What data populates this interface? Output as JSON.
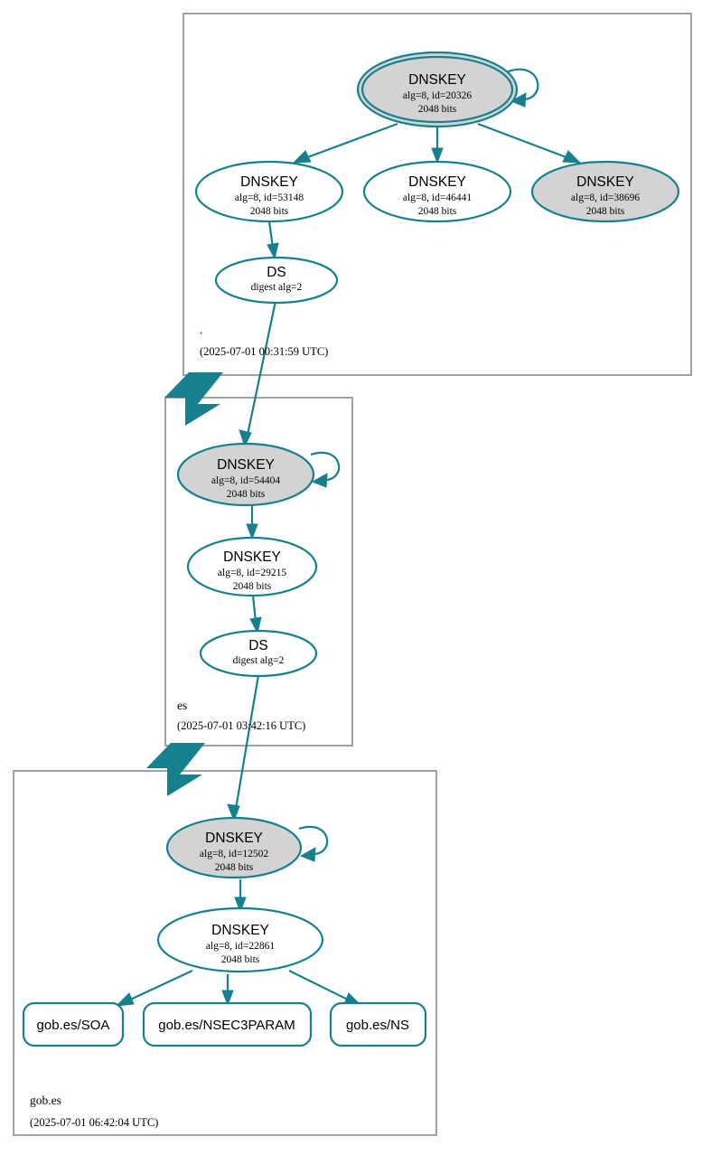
{
  "diagram": {
    "kind": "dnssec-authentication-chain",
    "colors": {
      "edge": "#17808f",
      "node_stroke": "#17808f",
      "zone_box_stroke": "#a0a0a0",
      "secure_fill": "#d3d3d3",
      "plain_fill": "#ffffff",
      "background": "#ffffff",
      "text": "#000000"
    }
  },
  "zones": [
    {
      "id": "root",
      "name": ".",
      "timestamp": "(2025-07-01 00:31:59 UTC)",
      "nodes": [
        {
          "id": "root-ksk-20326",
          "kind": "DNSKEY",
          "type_label": "DNSKEY",
          "detail_alg": "alg=8, id=20326",
          "detail_bits": "2048 bits",
          "fill": "gray",
          "trust_anchor": true,
          "self_signed": true
        },
        {
          "id": "root-zsk-53148",
          "kind": "DNSKEY",
          "type_label": "DNSKEY",
          "detail_alg": "alg=8, id=53148",
          "detail_bits": "2048 bits",
          "fill": "white",
          "trust_anchor": false,
          "self_signed": false
        },
        {
          "id": "root-zsk-46441",
          "kind": "DNSKEY",
          "type_label": "DNSKEY",
          "detail_alg": "alg=8, id=46441",
          "detail_bits": "2048 bits",
          "fill": "white",
          "trust_anchor": false,
          "self_signed": false
        },
        {
          "id": "root-zsk-38696",
          "kind": "DNSKEY",
          "type_label": "DNSKEY",
          "detail_alg": "alg=8, id=38696",
          "detail_bits": "2048 bits",
          "fill": "gray",
          "trust_anchor": false,
          "self_signed": false
        },
        {
          "id": "root-ds-es",
          "kind": "DS",
          "type_label": "DS",
          "detail_alg": "digest alg=2",
          "detail_bits": "",
          "fill": "white",
          "trust_anchor": false,
          "self_signed": false
        }
      ]
    },
    {
      "id": "es",
      "name": "es",
      "timestamp": "(2025-07-01 03:42:16 UTC)",
      "nodes": [
        {
          "id": "es-ksk-54404",
          "kind": "DNSKEY",
          "type_label": "DNSKEY",
          "detail_alg": "alg=8, id=54404",
          "detail_bits": "2048 bits",
          "fill": "gray",
          "trust_anchor": false,
          "self_signed": true
        },
        {
          "id": "es-zsk-29215",
          "kind": "DNSKEY",
          "type_label": "DNSKEY",
          "detail_alg": "alg=8, id=29215",
          "detail_bits": "2048 bits",
          "fill": "white",
          "trust_anchor": false,
          "self_signed": false
        },
        {
          "id": "es-ds-gobes",
          "kind": "DS",
          "type_label": "DS",
          "detail_alg": "digest alg=2",
          "detail_bits": "",
          "fill": "white",
          "trust_anchor": false,
          "self_signed": false
        }
      ]
    },
    {
      "id": "gobes",
      "name": "gob.es",
      "timestamp": "(2025-07-01 06:42:04 UTC)",
      "nodes": [
        {
          "id": "gobes-ksk-12502",
          "kind": "DNSKEY",
          "type_label": "DNSKEY",
          "detail_alg": "alg=8, id=12502",
          "detail_bits": "2048 bits",
          "fill": "gray",
          "trust_anchor": false,
          "self_signed": true
        },
        {
          "id": "gobes-zsk-22861",
          "kind": "DNSKEY",
          "type_label": "DNSKEY",
          "detail_alg": "alg=8, id=22861",
          "detail_bits": "2048 bits",
          "fill": "white",
          "trust_anchor": false,
          "self_signed": false
        }
      ],
      "rrsets": [
        {
          "id": "rrset-soa",
          "label": "gob.es/SOA"
        },
        {
          "id": "rrset-nsec3param",
          "label": "gob.es/NSEC3PARAM"
        },
        {
          "id": "rrset-ns",
          "label": "gob.es/NS"
        }
      ]
    }
  ]
}
